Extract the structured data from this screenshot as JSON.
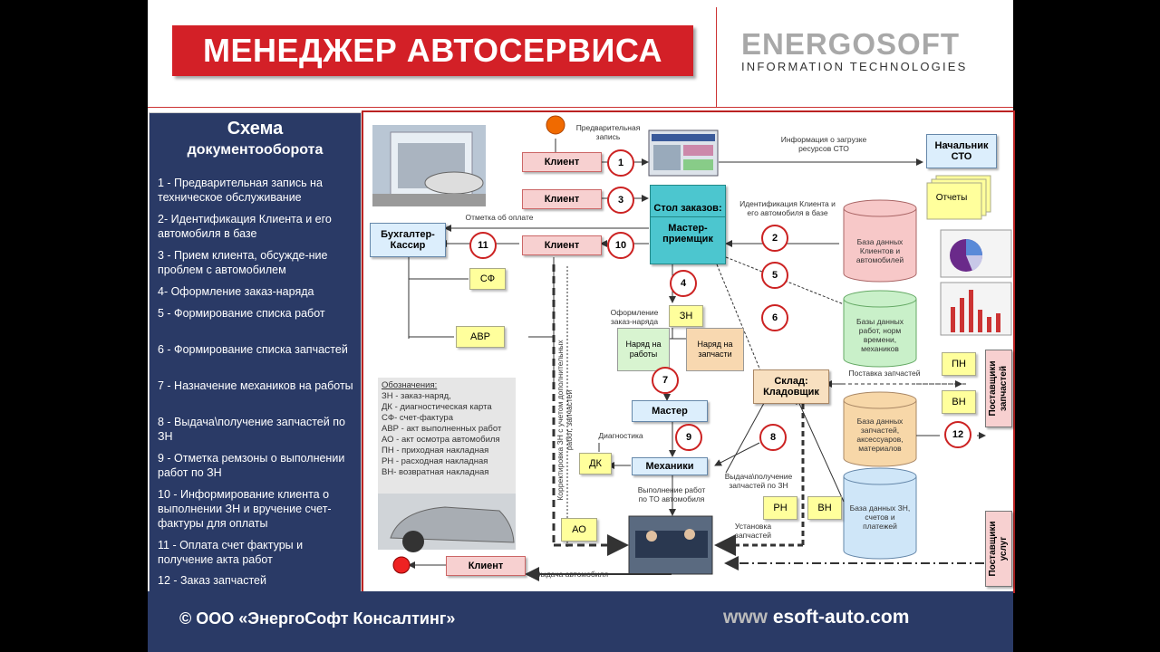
{
  "header": {
    "title": "МЕНЕДЖЕР АВТОСЕРВИСА",
    "logo_name": "ENERGOSOFT",
    "logo_sub": "INFORMATION TECHNOLOGIES"
  },
  "sidebar": {
    "title": "Схема",
    "subtitle": "документооборота",
    "items": [
      "1 - Предварительная запись на техническое обслуживание",
      "2- Идентификация Клиента и его автомобиля в базе",
      "3 - Прием клиента, обсужде-ние проблем с автомобилем",
      "4- Оформление заказ-наряда",
      "5 - Формирование списка работ",
      "6 - Формирование списка запчастей",
      "7 - Назначение механиков на работы",
      "8 - Выдача\\получение запчастей по ЗН",
      "9 - Отметка ремзоны о выполнении работ по ЗН",
      "10 - Информирование клиента о выполнении ЗН и вручение счет-фактуры для оплаты",
      "11 - Оплата счет фактуры и получение акта работ",
      "12 - Заказ запчастей"
    ]
  },
  "diagram": {
    "client": "Клиент",
    "accountant": "Бухгалтер-Кассир",
    "desk_title": "Стол заказов:",
    "desk_sub": "Мастер-приемщик",
    "chief": "Начальник СТО",
    "reports": "Отчеты",
    "warehouse": "Склад: Кладовщик",
    "master": "Мастер",
    "mechanics": "Механики",
    "parts_suppliers": "Поставщики запчастей",
    "service_suppliers": "Поставщики услуг",
    "docs": {
      "sf": "СФ",
      "avr": "АВР",
      "zn": "ЗН",
      "dk": "ДК",
      "ao": "АО",
      "pn": "ПН",
      "vn": "ВН",
      "rn": "РН",
      "vn2": "ВН"
    },
    "work_order": "Наряд на работы",
    "parts_order": "Наряд на запчасти",
    "databases": {
      "clients": "База данных Клиентов и автомобилей",
      "works": "Базы данных работ, норм времени, механиков",
      "parts": "База данных запчастей, аксессуаров, материалов",
      "orders": "База данных ЗН, счетов и платежей"
    },
    "labels": {
      "prebook": "Предварительная запись",
      "load_info": "Информация о загрузке ресурсов СТО",
      "ident": "Идентификация Клиента и его автомобиля в базе",
      "payment_mark": "Отметка об оплате",
      "make_order": "Оформление заказ-наряда",
      "diagnostics": "Диагностика",
      "correction": "Корректировка ЗН с учетом дополнительных работ, запчастей",
      "work_done": "Выполнение работ по ТО автомобиля",
      "issue_parts": "Выдача\\получение запчастей по ЗН",
      "install_parts": "Установка запчастей",
      "supply_parts": "Поставка запчастей",
      "car_return": "Выдача автомобиля"
    },
    "legend": {
      "title": "Обозначения:",
      "items": [
        "ЗН - заказ-наряд,",
        "ДК - диагностическая карта",
        "СФ- счет-фактура",
        "АВР - акт выполненных работ",
        "АО - акт осмотра автомобиля",
        "ПН - приходная накладная",
        "РН - расходная накладная",
        "ВН- возвратная накладная"
      ]
    },
    "steps": [
      "1",
      "2",
      "3",
      "4",
      "5",
      "6",
      "7",
      "8",
      "9",
      "10",
      "11",
      "12"
    ]
  },
  "footer": {
    "copyright": "© ООО «ЭнергоСофт Консалтинг»",
    "site_prefix": "www",
    "site_domain": "esoft-auto.com"
  }
}
